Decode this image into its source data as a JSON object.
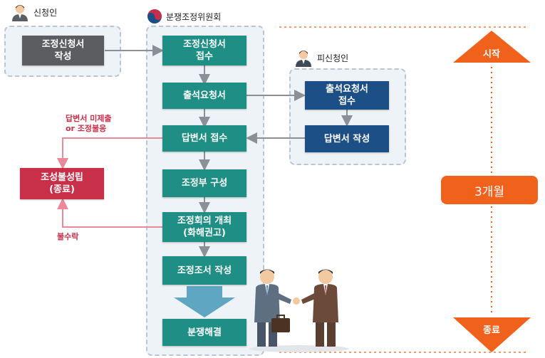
{
  "actors": {
    "applicant": "신청인",
    "committee": "분쟁조정위원회",
    "respondent": "피신청인"
  },
  "boxes": {
    "write_application": [
      "조정신청서",
      "작성"
    ],
    "receive_application": [
      "조정신청서",
      "접수"
    ],
    "attendance_request": "출석요청서",
    "attendance_receipt": [
      "출석요청서",
      "접수"
    ],
    "write_answer": "답변서 작성",
    "receive_answer": "답변서 접수",
    "form_panel": "조정부 구성",
    "hold_meeting": [
      "조정회의 개최",
      "(화해권고)"
    ],
    "write_report": "조정조서 작성",
    "resolution": "분쟁해결",
    "failed": [
      "조성불성립",
      "(종료)"
    ]
  },
  "notes": {
    "no_answer": [
      "답변서 미제출",
      "or 조정불응"
    ],
    "refuse": "불수락"
  },
  "timeline": {
    "start": "시작",
    "duration": "3개월",
    "end": "종료"
  },
  "colors": {
    "teal": "#1f8f85",
    "navy": "#1c4f86",
    "gray": "#5b5d60",
    "red": "#c73048",
    "orange": "#f0621c",
    "pink_line": "#e98a9a"
  }
}
